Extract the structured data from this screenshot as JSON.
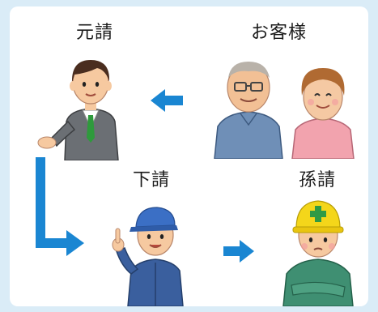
{
  "diagram": {
    "roles": {
      "prime_contractor": "元請",
      "customer": "お客様",
      "subcontractor": "下請",
      "sub_subcontractor": "孫請"
    },
    "colors": {
      "background": "#daecf7",
      "panel": "#ffffff",
      "arrow": "#1a86d2",
      "suit": "#6b6f74",
      "work_uniform": "#3a5f9e",
      "cap": "#3b6fc5",
      "helmet": "#f4d61a",
      "green_uniform": "#3f8f72"
    },
    "arrows": [
      {
        "from": "customer",
        "to": "prime_contractor",
        "direction": "left"
      },
      {
        "from": "prime_contractor",
        "to": "subcontractor",
        "direction": "down-then-right"
      },
      {
        "from": "subcontractor",
        "to": "sub_subcontractor",
        "direction": "right"
      }
    ]
  }
}
